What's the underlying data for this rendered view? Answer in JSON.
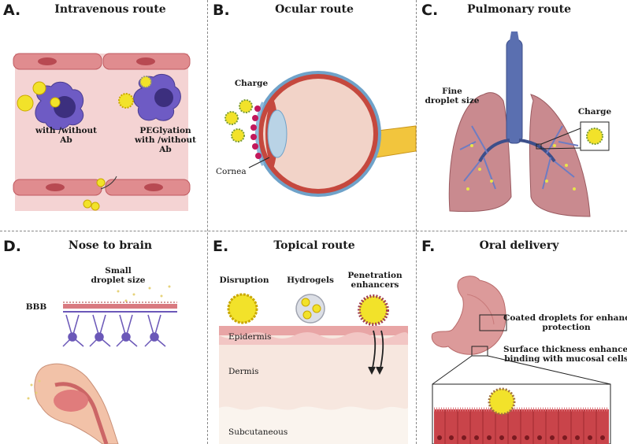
{
  "panels": {
    "a": {
      "letter": "A.",
      "title": "Intravenous route",
      "label_left": "with /without\nAb",
      "label_right": "PEGlyation\nwith /without\nAb"
    },
    "b": {
      "letter": "B.",
      "title": "Ocular route",
      "label_charge": "Charge",
      "label_cornea": "Cornea"
    },
    "c": {
      "letter": "C.",
      "title": "Pulmonary route",
      "label_fine": "Fine\ndroplet size",
      "label_charge": "Charge"
    },
    "d": {
      "letter": "D.",
      "title": "Nose to brain",
      "label_small": "Small\ndroplet size",
      "label_bbb": "BBB"
    },
    "e": {
      "letter": "E.",
      "title": "Topical route",
      "label_disruption": "Disruption",
      "label_hydrogels": "Hydrogels",
      "label_penetration": "Penetration\nenhancers",
      "label_epidermis": "Epidermis",
      "label_dermis": "Dermis",
      "label_subcutaneous": "Subcutaneous"
    },
    "f": {
      "letter": "F.",
      "title": "Oral delivery",
      "label_coated": "Coated droplets for enhanced\nprotection",
      "label_surface": "Surface thickness enhances\nbinding with mucosal cells"
    }
  },
  "icons": [
    "droplet-icon",
    "macrophage-icon",
    "endothelial-cell-icon",
    "eye-icon",
    "lung-icon",
    "neuron-icon",
    "head-icon",
    "skin-layers-icon",
    "hydrogel-icon",
    "stomach-icon",
    "mucosal-cells-icon",
    "arrow-icon"
  ],
  "colors": {
    "droplet": "#f2e22a",
    "droplet_edge": "#c9a800",
    "macrophage": "#6e5bc4",
    "vessel_bg": "#f4d3d3",
    "vessel_wall": "#d9767a",
    "lung": "#c98a8f",
    "trachea": "#5a6fb0",
    "skin_epi": "#e8a5a5",
    "skin_dermis": "#f7e7df",
    "mucosa": "#c9444a"
  }
}
